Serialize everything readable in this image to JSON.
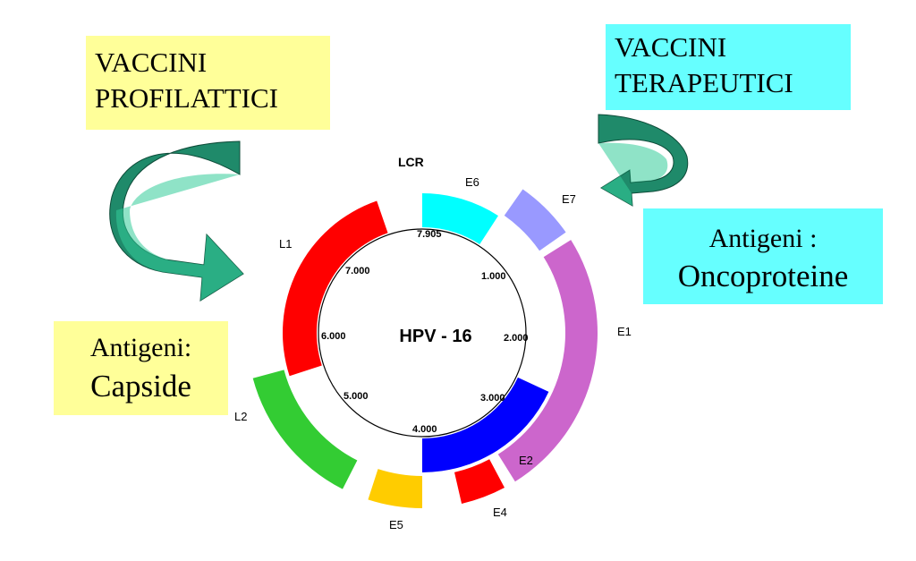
{
  "boxes": {
    "prophylactic": {
      "line1": "VACCINI",
      "line2": "PROFILATTICI",
      "color": "#ffff99"
    },
    "therapeutic": {
      "line1": "VACCINI",
      "line2": "TERAPEUTICI",
      "color": "#66ffff"
    },
    "oncoproteins": {
      "line1": "Antigeni :",
      "line2": "Oncoproteine",
      "color": "#66ffff"
    },
    "capsid": {
      "line1": "Antigeni:",
      "line2": "Capside",
      "color": "#ffff99"
    }
  },
  "genome": {
    "center_label": "HPV - 16",
    "lcr_label": "LCR",
    "scale_labels": [
      "7.905",
      "1.000",
      "2.000",
      "3.000",
      "4.000",
      "5.000",
      "6.000",
      "7.000"
    ],
    "genes": [
      {
        "name": "E6",
        "color": "#00ffff"
      },
      {
        "name": "E7",
        "color": "#9999ff"
      },
      {
        "name": "E1",
        "color": "#cc66cc"
      },
      {
        "name": "E2",
        "color": "#0000ff"
      },
      {
        "name": "E4",
        "color": "#ff0000"
      },
      {
        "name": "E5",
        "color": "#ffcc00"
      },
      {
        "name": "L2",
        "color": "#33cc33"
      },
      {
        "name": "L1",
        "color": "#ff0000"
      }
    ]
  },
  "arrows": {
    "color": "#1f8a6a"
  }
}
